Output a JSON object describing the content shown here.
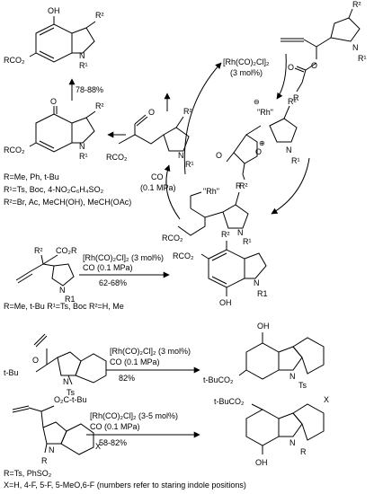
{
  "cycle": {
    "catalyst": [
      "[Rh(CO)₂Cl]₂",
      "(3 mol%)"
    ],
    "co": [
      "CO",
      "(0.1 MPa)"
    ],
    "yield": "78-88%",
    "rh_label_top": "\"Rh\"",
    "rh_label_bottom": "\"Rh\"",
    "footnotes": [
      "R=Me, Ph, t-Bu",
      "R¹=Ts, Boc, 4-NO₂C₆H₄SO₂",
      "R²=Br, Ac, MeCH(OH), MeCH(OAc)"
    ],
    "atoms": {
      "oh": "OH",
      "o": "O",
      "n": "N",
      "r1": "R¹",
      "r2": "R²",
      "rco2": "RCO₂",
      "r": "R",
      "minus": "⊖",
      "plus": "⊕"
    }
  },
  "reaction2": {
    "reagents": [
      "[Rh(CO)₂Cl]₂ (3 mol%)",
      "CO (0.1 MPa)"
    ],
    "yield": "62-68%",
    "conditions": "R=Me, t-Bu   R¹=Ts, Boc   R²=H, Me",
    "atoms": {
      "co2r": "CO₂R",
      "r2": "R²",
      "n": "N",
      "r1": "R1",
      "rco2": "RCO₂",
      "oh": "OH"
    }
  },
  "reaction3": {
    "reagents": [
      "[Rh(CO)₂Cl]₂ (3 mol%)",
      "CO (0.1 MPa)"
    ],
    "yield": "82%",
    "atoms": {
      "o": "O",
      "tbu": "t-Bu",
      "n": "N",
      "ts": "Ts",
      "oh": "OH",
      "tbuco2": "t-BuCO₂"
    }
  },
  "reaction4": {
    "reagents": [
      "[Rh(CO)₂Cl]₂ (3-5 mol%)",
      "CO (0.1 MPa)"
    ],
    "yield": "58-82%",
    "atoms": {
      "o2ctbu": "O₂C-t-Bu",
      "n": "N",
      "r": "R",
      "x": "X",
      "tbuco2": "t-BuCO₂",
      "oh": "OH"
    },
    "footnotes": [
      "R=Ts, PhSO₂",
      "X=H, 4-F, 5-F, 5-MeO,6-F (numbers refer to staring indole positions)"
    ]
  }
}
